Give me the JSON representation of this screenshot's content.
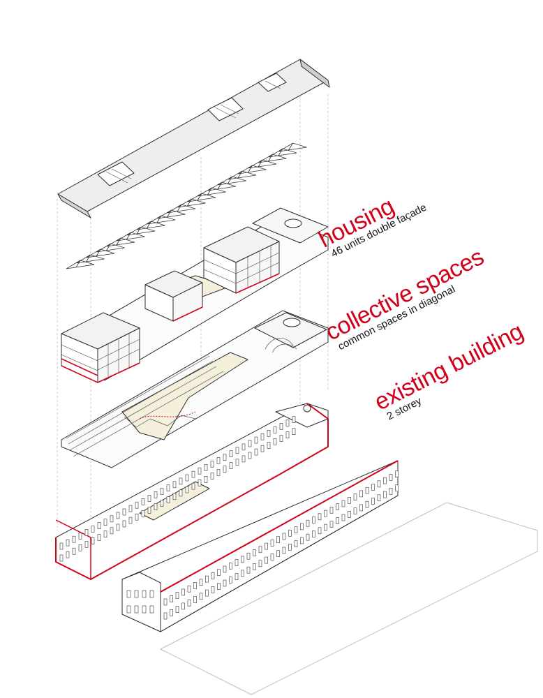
{
  "layers": [
    {
      "title": "housing",
      "subtitle": "46 units double façade"
    },
    {
      "title": "collective spaces",
      "subtitle": "common spaces in diagonal"
    },
    {
      "title": "existing building",
      "subtitle": "2 storey"
    }
  ],
  "colors": {
    "accent": "#d0021b",
    "line": "#2a2a2a",
    "roof": "#e6e6e6",
    "floor": "#f4f0dc",
    "guide": "#bdbdbd"
  }
}
